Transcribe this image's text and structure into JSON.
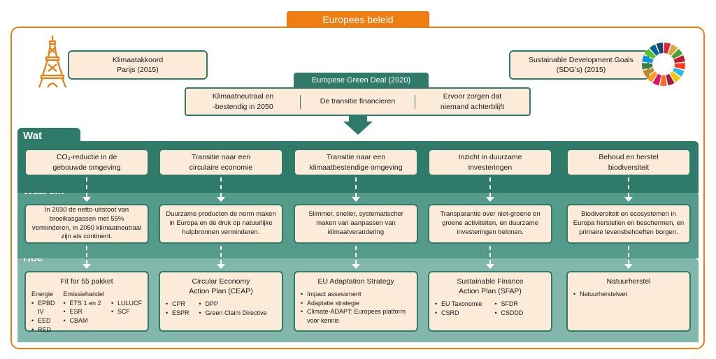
{
  "header": {
    "title": "Europees beleid"
  },
  "paris": {
    "label": "Klimaatakkoord\nParijs (2015)",
    "line1": "Klimaatakkoord",
    "line2": "Parijs (2015)"
  },
  "sdg": {
    "line1": "Sustainable Development Goals",
    "line2": "(SDG’s) (2015)",
    "wheel_colors": [
      "#e5243b",
      "#dda63a",
      "#4c9f38",
      "#c5192d",
      "#ff3a21",
      "#26bde2",
      "#fcc30b",
      "#a21942",
      "#fd6925",
      "#dd1367",
      "#fd9d24",
      "#bf8b2e",
      "#3f7e44",
      "#0a97d9",
      "#56c02b",
      "#00689d",
      "#19486a"
    ]
  },
  "green_deal": {
    "title": "Europese Green Deal (2020)",
    "items": [
      {
        "line1": "Klimaatneutraal en",
        "line2": "-bestendig in 2050"
      },
      {
        "line1": "De transitie financieren",
        "line2": ""
      },
      {
        "line1": "Ervoor zorgen dat",
        "line2": "niemand achterblijft"
      }
    ]
  },
  "sections": {
    "wat": "Wat",
    "waarom": "Waarom",
    "hoe": "Hoe"
  },
  "colors": {
    "orange": "#ee7d12",
    "dark_green": "#2f7a69",
    "mid_green": "#549c89",
    "light_green": "#82b8ab",
    "peach": "#fdebd9"
  },
  "columns": [
    {
      "wat": {
        "line1": "CO₂-reductie in de",
        "line2": "gebouwde omgeving"
      },
      "waarom": "In 2030 de netto-uitstoot van broeikasgassen met 55% verminderen, in 2050 klimaatneutraal zijn als continent.",
      "hoe": {
        "title_line1": "Fit for 55 pakket",
        "title_line2": "",
        "groups": [
          {
            "label": "Energie",
            "items": [
              "EPBD IV",
              "EED",
              "RED"
            ]
          },
          {
            "label": "Emissiehandel",
            "items": [
              "ETS 1 en 2",
              "ESR",
              "CBAM"
            ]
          },
          {
            "label": "",
            "items": [
              "LULUCF",
              "SCF"
            ]
          }
        ]
      }
    },
    {
      "wat": {
        "line1": "Transitie naar een",
        "line2": "circulaire economie"
      },
      "waarom": "Duurzame producten de norm maken in Europa en de druk op natuurlijke hulpbronnen verminderen.",
      "hoe": {
        "title_line1": "Circular Economy",
        "title_line2": "Action Plan (CEAP)",
        "groups": [
          {
            "label": "",
            "items": [
              "CPR",
              "ESPR"
            ]
          },
          {
            "label": "",
            "items": [
              "DPP",
              "Green Claim Directive"
            ]
          }
        ]
      }
    },
    {
      "wat": {
        "line1": "Transitie naar een",
        "line2": "klimaatbestendige omgeving"
      },
      "waarom": "Slimmer, sneller, systematischer maken van aanpassen van klimaatverandering",
      "hoe": {
        "title_line1": "EU Adaptation Strategy",
        "title_line2": "",
        "groups": [
          {
            "label": "",
            "items": [
              "Impact assessment",
              "Adaptatie strategie",
              "Climate-ADAPT: Europees platform voor kennis"
            ]
          }
        ]
      }
    },
    {
      "wat": {
        "line1": "Inzicht in duurzame",
        "line2": "investeringen"
      },
      "waarom": "Transparantie over niet-groene en groene activiteiten, en duurzame investeringen belonen.",
      "hoe": {
        "title_line1": "Sustainable Finance",
        "title_line2": "Action Plan (SFAP)",
        "groups": [
          {
            "label": "",
            "items": [
              "EU Taxonomie",
              "CSRD"
            ]
          },
          {
            "label": "",
            "items": [
              "SFDR",
              "CSDDD"
            ]
          }
        ]
      }
    },
    {
      "wat": {
        "line1": "Behoud en herstel",
        "line2": "biodiversiteit"
      },
      "waarom": "Biodiversiteit en ecosystemen in Europa herstellen en beschermen, en primaire levensbehoeften borgen.",
      "hoe": {
        "title_line1": "Natuurherstel",
        "title_line2": "",
        "groups": [
          {
            "label": "",
            "items": [
              "Natuurherstelwet"
            ]
          }
        ]
      }
    }
  ]
}
